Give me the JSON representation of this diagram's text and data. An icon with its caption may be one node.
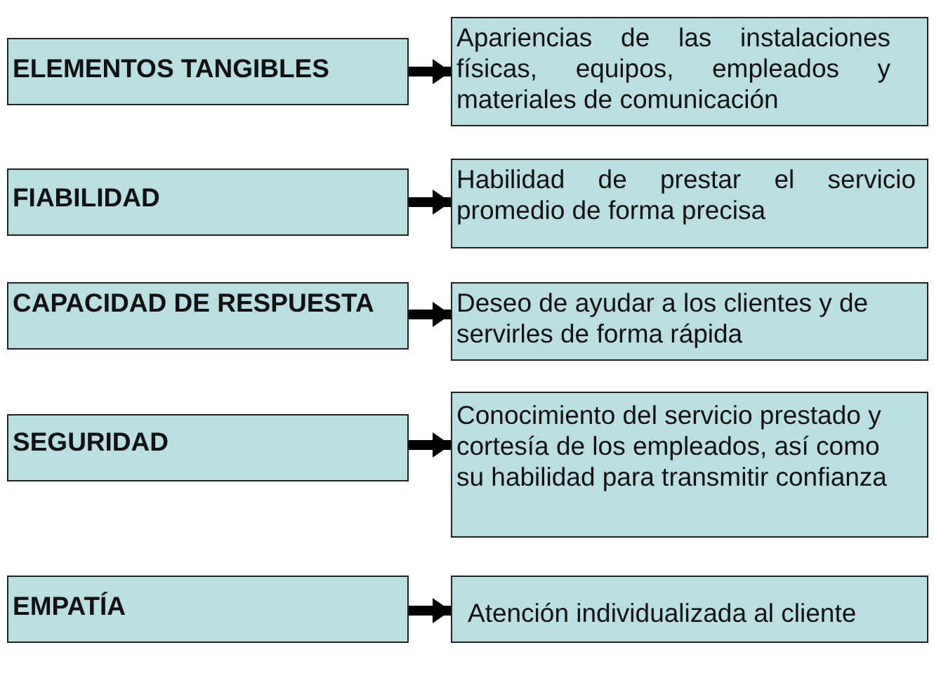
{
  "diagram": {
    "nodes": [
      {
        "text": [
          "ELEMENTOS TANGIBLES"
        ]
      },
      {
        "text": [
          "Apariencias de las instalaciones físicas, equipos, empleados y materiales de comunicación"
        ]
      },
      {
        "text": [
          "FIABILIDAD"
        ]
      },
      {
        "text": [
          "Habilidad de prestar el servicio promedio de forma precisa"
        ]
      },
      {
        "text": [
          "CAPACIDAD DE RESPUESTA"
        ]
      },
      {
        "text": [
          "Deseo de ayudar a los clientes y de servirles de forma rápida"
        ]
      },
      {
        "text": [
          "SEGURIDAD"
        ]
      },
      {
        "text": [
          "Conocimiento del servicio prestado y cortesía de los empleados, así como su habilidad para transmitir confianza"
        ]
      },
      {
        "text": [
          "EMPATÍA"
        ]
      },
      {
        "text": [
          "Atención individualizada al cliente"
        ]
      }
    ],
    "edges": [
      {
        "from": 0,
        "to": 1,
        "arrow": "to"
      },
      {
        "from": 2,
        "to": 3,
        "arrow": "to"
      },
      {
        "from": 4,
        "to": 5,
        "arrow": "to"
      },
      {
        "from": 6,
        "to": 7,
        "arrow": "to"
      },
      {
        "from": 8,
        "to": 9,
        "arrow": "to"
      }
    ]
  }
}
